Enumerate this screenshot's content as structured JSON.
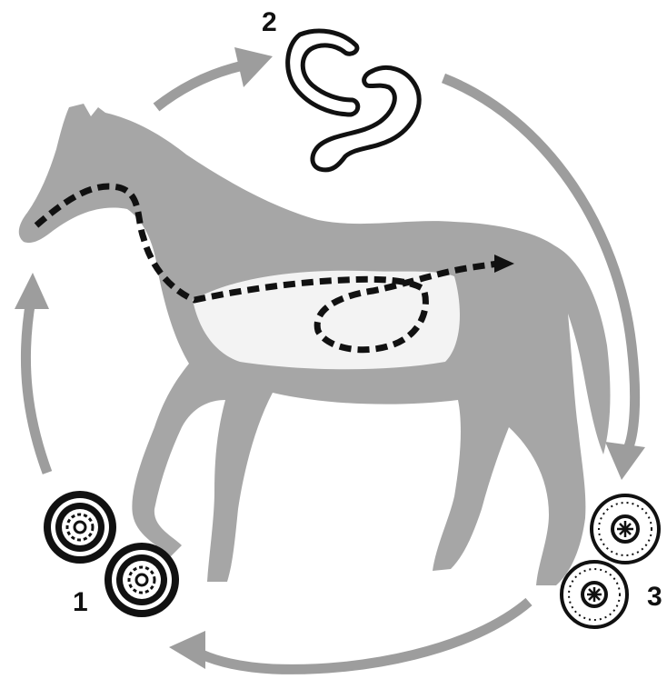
{
  "diagram": {
    "stages": [
      {
        "id": "egg",
        "label": "1"
      },
      {
        "id": "worm",
        "label": "2"
      },
      {
        "id": "larva-egg",
        "label": "3"
      }
    ]
  },
  "colors": {
    "arrows": "#9d9d9d",
    "horse": "#a6a6a6",
    "outline": "#111111"
  },
  "icons": [
    "horse-silhouette",
    "worm-icon",
    "egg-icon",
    "digestive-path",
    "cycle-arrow"
  ]
}
